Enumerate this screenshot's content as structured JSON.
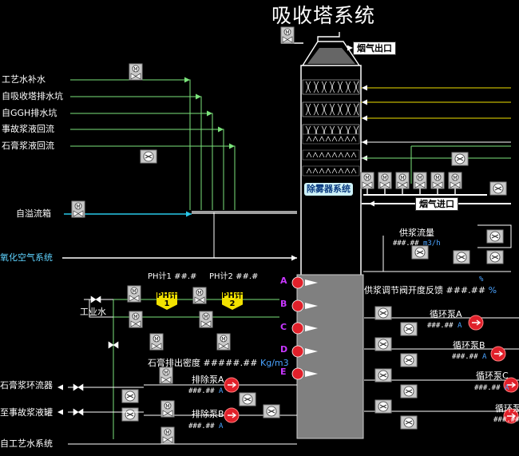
{
  "title": "吸收塔系统",
  "flue": {
    "outlet": "烟气出口",
    "inlet": "烟气进口"
  },
  "demister": "除雾器系统",
  "inlets": [
    "工艺水补水",
    "自吸收塔排水坑",
    "自GGH排水坑",
    "事故浆液回流",
    "石膏浆液回流"
  ],
  "overflow": "自溢流箱",
  "oxidation_air": "氧化空气系统",
  "process_water": "工业水",
  "ph_meters": [
    {
      "label": "PH计1",
      "value": "##.#",
      "badge_top": "PH计",
      "badge_num": "1"
    },
    {
      "label": "PH计2",
      "value": "##.#",
      "badge_top": "PH计",
      "badge_num": "2"
    }
  ],
  "gypsum_density": {
    "label": "石膏排出密度",
    "value": "#####.##",
    "unit": "Kg/m3"
  },
  "bleed_pumps": [
    {
      "label": "排除泵A",
      "value": "###.##",
      "unit": "A"
    },
    {
      "label": "排除泵B",
      "value": "###.##",
      "unit": "A"
    }
  ],
  "outlets_left": [
    "石膏浆环流器",
    "至事故浆液罐",
    "自工艺水系统"
  ],
  "supply_flow": {
    "label": "供浆流量",
    "value": "###.##",
    "unit": "m3/h"
  },
  "supply_valve": {
    "label": "供浆调节阀开度反馈",
    "value": "###.##",
    "unit": "%"
  },
  "supply_pct_unit": "%",
  "recirc_pumps": [
    {
      "label": "循环泵A",
      "value": "###.##",
      "unit": "A"
    },
    {
      "label": "循环泵B",
      "value": "###.##",
      "unit": "A"
    },
    {
      "label": "循环泵C",
      "value": "###.##",
      "unit": "A"
    },
    {
      "label": "循环泵",
      "value": "###.##",
      "unit": ""
    }
  ],
  "agitators": [
    "A",
    "B",
    "C",
    "D",
    "E"
  ],
  "colors": {
    "line_white": "#ffffff",
    "line_green": "#7be37b",
    "line_yellow": "#f0e000",
    "line_cyan": "#29c7e8",
    "tank": "#808080",
    "pump_red": "#e0202a"
  }
}
